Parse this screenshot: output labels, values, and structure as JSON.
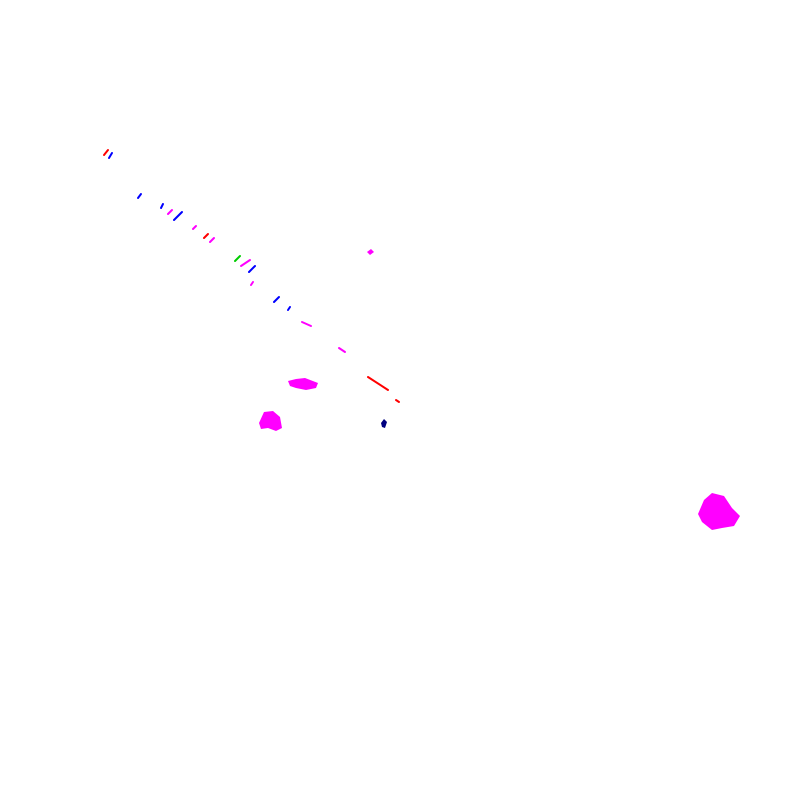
{
  "background_color": "#ffffff",
  "colors": {
    "magenta": "#ff00ff",
    "blue": "#0000ff",
    "red": "#ff0000",
    "green": "#00cc00",
    "navy": "#000080"
  },
  "marks": {
    "streak_segments": [
      {
        "id": "s1",
        "color": "red"
      },
      {
        "id": "s2",
        "color": "blue"
      },
      {
        "id": "s3",
        "color": "blue"
      },
      {
        "id": "s4",
        "color": "blue"
      },
      {
        "id": "s5",
        "color": "magenta"
      },
      {
        "id": "s6",
        "color": "blue"
      },
      {
        "id": "s7",
        "color": "magenta"
      },
      {
        "id": "s8",
        "color": "red"
      },
      {
        "id": "s9",
        "color": "magenta"
      },
      {
        "id": "s10",
        "color": "green"
      },
      {
        "id": "s11",
        "color": "magenta"
      },
      {
        "id": "s12",
        "color": "blue"
      },
      {
        "id": "s13",
        "color": "magenta"
      },
      {
        "id": "s14",
        "color": "blue"
      },
      {
        "id": "s15",
        "color": "blue"
      },
      {
        "id": "s16",
        "color": "magenta"
      },
      {
        "id": "s17",
        "color": "magenta"
      },
      {
        "id": "s18",
        "color": "red"
      },
      {
        "id": "s19",
        "color": "red"
      }
    ],
    "blobs": [
      {
        "id": "b1",
        "color": "magenta"
      },
      {
        "id": "b2",
        "color": "magenta"
      },
      {
        "id": "b3",
        "color": "magenta"
      },
      {
        "id": "b4",
        "color": "navy"
      },
      {
        "id": "b5",
        "color": "magenta"
      }
    ]
  }
}
